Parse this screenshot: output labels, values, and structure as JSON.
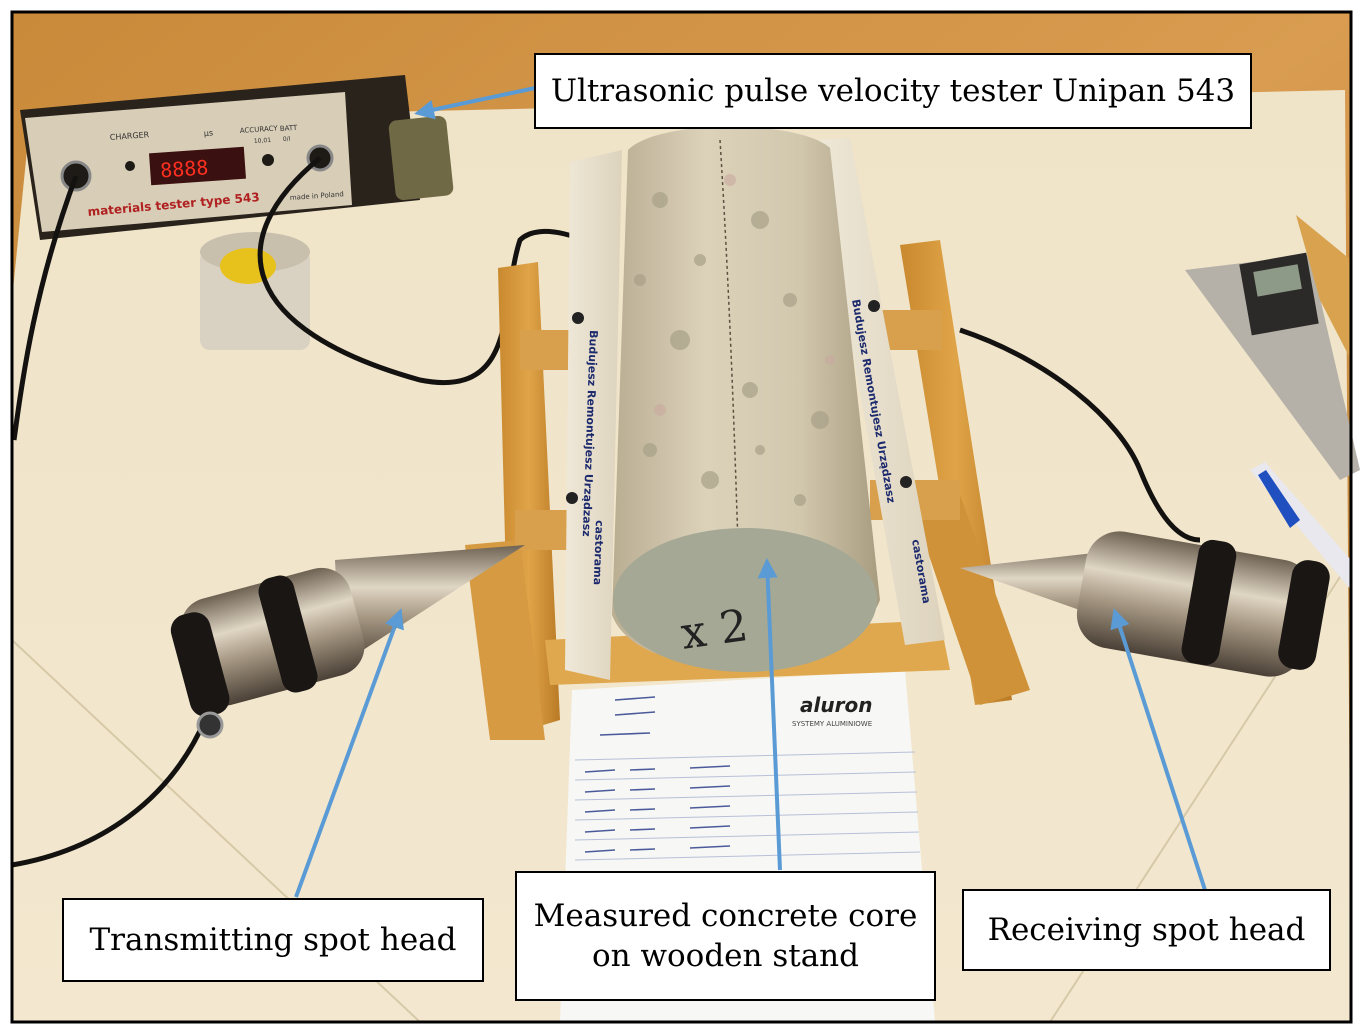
{
  "photo": {
    "tester_panel": {
      "charger": "CHARGER",
      "unit": "μs",
      "accuracy": "ACCURACY",
      "accuracy_val": "10,01",
      "batt": "BATT",
      "batt_val": "0/I",
      "model": "materials tester type 543",
      "made_in": "made in Poland"
    },
    "ruler_text": "Budujesz Remontujesz Urządzasz",
    "ruler_brand": "castorama",
    "core_marking": "x 2",
    "notes_brand": "aluron",
    "notes_sub": "SYSTEMY ALUMINIOWE"
  },
  "labels": {
    "tester": "Ultrasonic pulse velocity tester Unipan 543",
    "transmitting": "Transmitting spot head",
    "core_line1": "Measured concrete core",
    "core_line2": "on wooden stand",
    "receiving": "Receiving spot head"
  },
  "colors": {
    "arrow": "#5b9bd5",
    "frame": "#000000"
  }
}
